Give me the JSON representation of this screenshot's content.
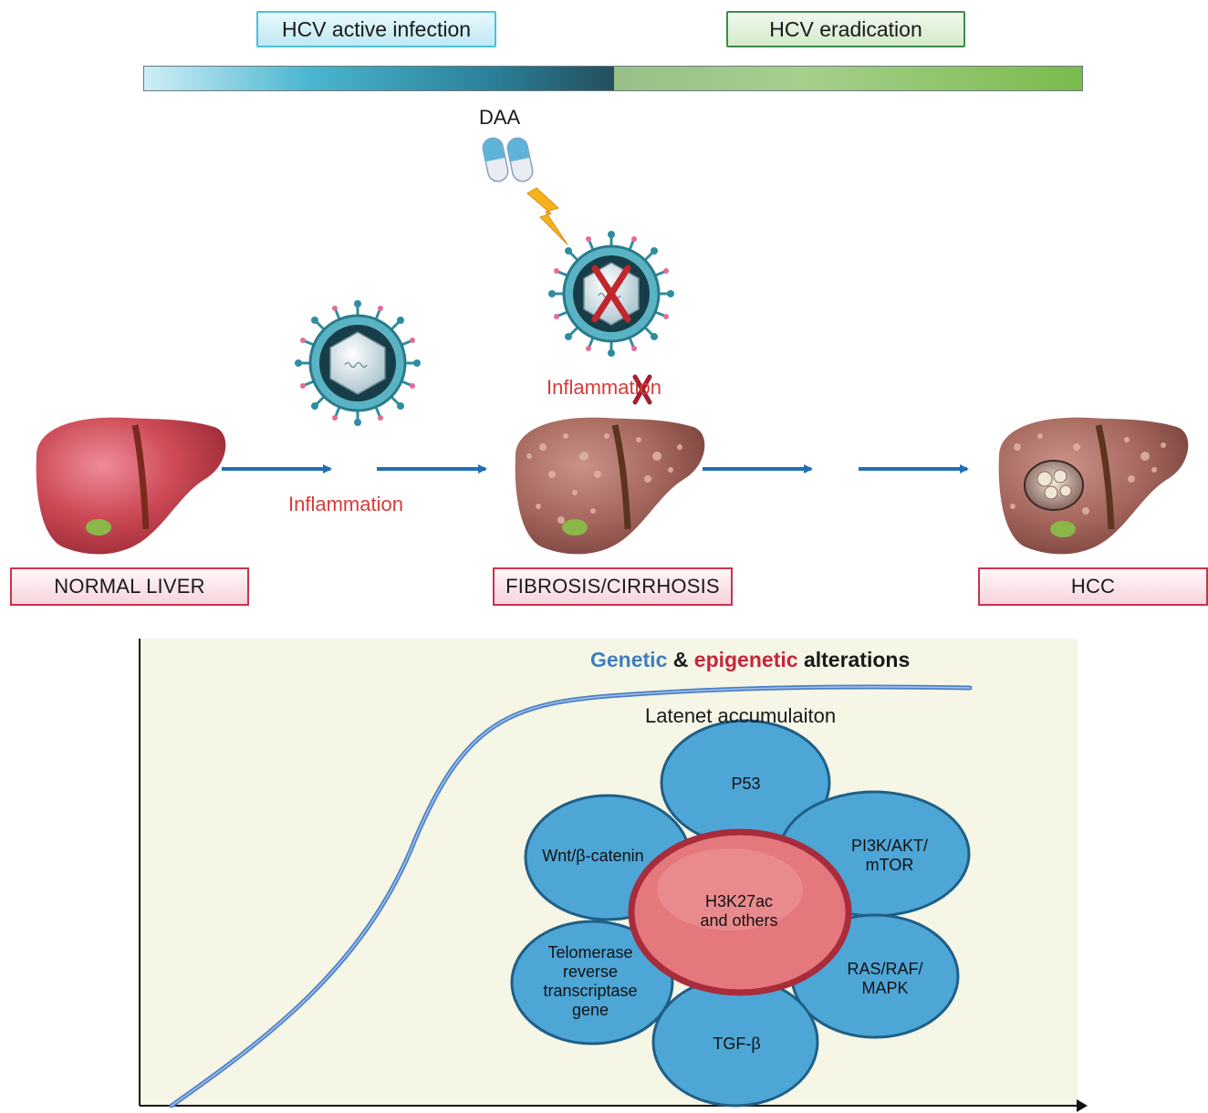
{
  "timeline": {
    "phase_active": "HCV active infection",
    "phase_eradication": "HCV eradication"
  },
  "treatment": {
    "label": "DAA"
  },
  "inflammation": {
    "label_first": "Inflammation",
    "label_blocked": "Inflammation"
  },
  "stages": {
    "normal": "NORMAL LIVER",
    "fibrosis": "FIBROSIS/CIRRHOSIS",
    "hcc": "HCC"
  },
  "lower_panel": {
    "title_genetic": "Genetic",
    "title_amp": "&",
    "title_epigenetic": "epigenetic",
    "title_rest": "alterations",
    "curve_label": "Latenet accumulaiton",
    "center": {
      "line1": "H3K27ac",
      "line2": "and others"
    },
    "petals": {
      "p53": "P53",
      "pi3k_l1": "PI3K/AKT/",
      "pi3k_l2": "mTOR",
      "ras_l1": "RAS/RAF/",
      "ras_l2": "MAPK",
      "tgf": "TGF-β",
      "telo_l1": "Telomerase",
      "telo_l2": "reverse",
      "telo_l3": "transcriptase",
      "telo_l4": "gene",
      "wnt": "Wnt/β-catenin"
    }
  },
  "colors": {
    "arrow_blue": "#1e6fb8",
    "inflammation_red": "#d73a3a",
    "genetic_blue": "#3c7fbf",
    "epigenetic_red": "#c8243a",
    "liver_normal": "#c9434f",
    "liver_fibrotic": "#a36a62",
    "petal_blue": "#4ea6d6",
    "center_red": "#e4787c"
  }
}
